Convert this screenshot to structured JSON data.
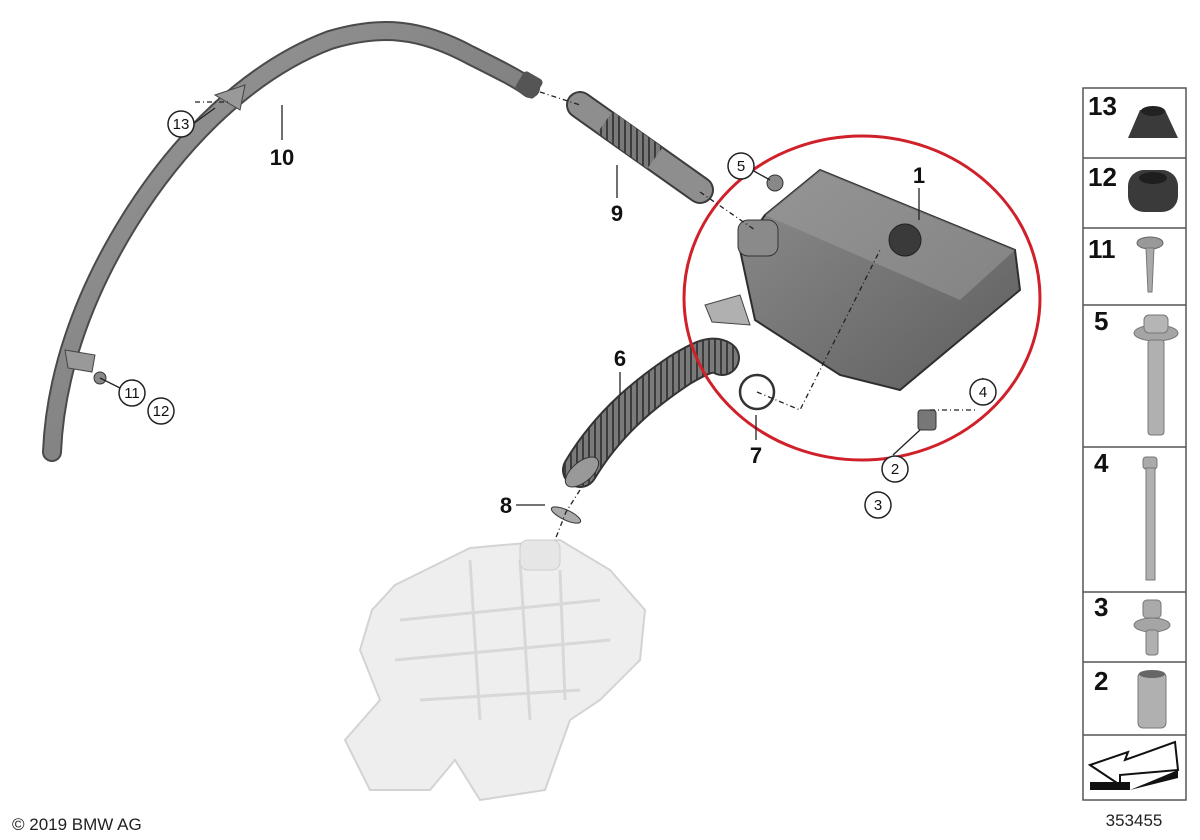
{
  "diagram": {
    "callouts": {
      "p1": "1",
      "p2": "2",
      "p3": "3",
      "p4": "4",
      "p5": "5",
      "p6": "6",
      "p7": "7",
      "p8": "8",
      "p9": "9",
      "p10": "10",
      "p11": "11",
      "p12": "12",
      "p13": "13"
    },
    "highlight_color": "#d0202a"
  },
  "parts_panel": {
    "items": [
      "13",
      "12",
      "11",
      "5",
      "4",
      "3",
      "2"
    ],
    "diagram_number": "353455"
  },
  "footer": {
    "copyright": "© 2019 BMW AG"
  }
}
